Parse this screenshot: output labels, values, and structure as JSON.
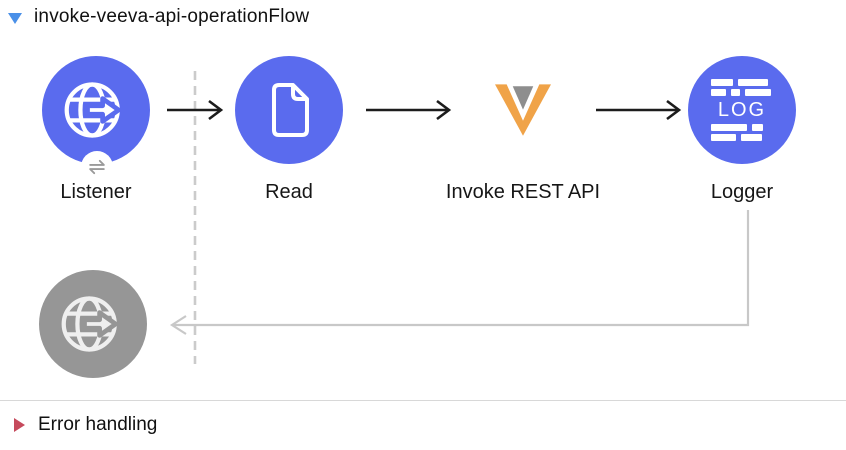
{
  "header": {
    "title": "invoke-veeva-api-operationFlow"
  },
  "flow": {
    "nodes": [
      {
        "id": "listener",
        "label": "Listener",
        "icon": "globe-arrow-icon",
        "badge_icon": "exchange-arrows-icon"
      },
      {
        "id": "read",
        "label": "Read",
        "icon": "document-icon"
      },
      {
        "id": "invoke-rest-api",
        "label": "Invoke REST API",
        "icon": "veeva-logo-icon"
      },
      {
        "id": "logger",
        "label": "Logger",
        "icon": "log-lines-icon",
        "icon_text": "LOG"
      }
    ],
    "ghost_node": {
      "id": "listener-reference",
      "icon": "globe-arrow-icon"
    },
    "connectors": [
      {
        "from": "listener",
        "to": "read",
        "style": "black-arrow"
      },
      {
        "from": "read",
        "to": "invoke-rest-api",
        "style": "black-arrow"
      },
      {
        "from": "invoke-rest-api",
        "to": "logger",
        "style": "black-arrow"
      },
      {
        "from": "logger",
        "to": "listener-reference",
        "style": "gray-return-arrow"
      }
    ]
  },
  "error_section": {
    "label": "Error handling"
  },
  "colors": {
    "node_blue": "#5a6bee",
    "ghost_gray": "#969696",
    "connector_black": "#1c1c1c",
    "connector_gray": "#c8c8c8",
    "dashed_boundary_gray": "#cbcbcb",
    "veeva_orange": "#f0a348",
    "veeva_gray": "#8e8e8e",
    "header_triangle_blue": "#4a90e8",
    "error_triangle_red": "#c64a5c",
    "divider_gray": "#d8d8d8",
    "background": "#ffffff"
  }
}
